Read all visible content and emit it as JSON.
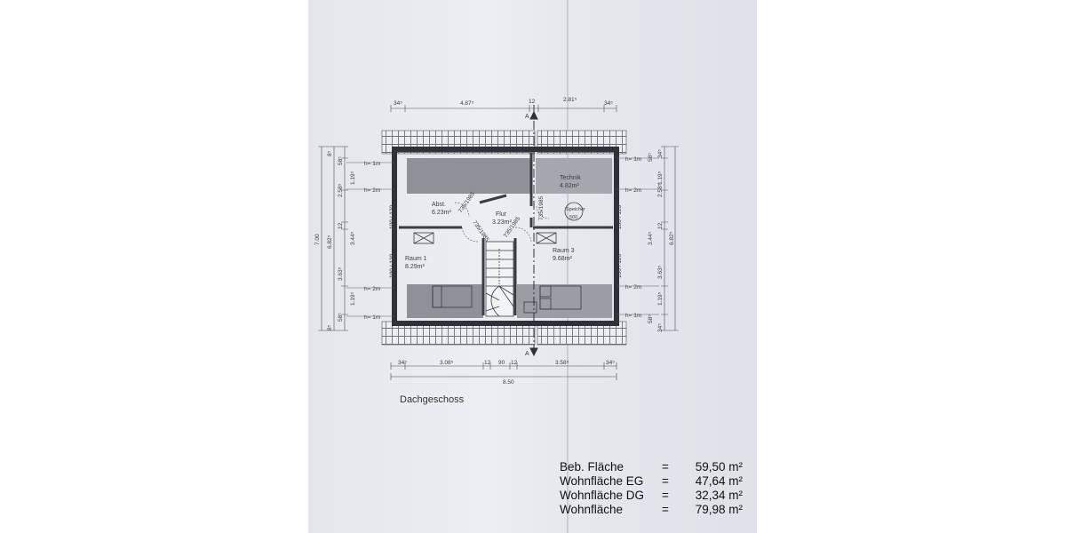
{
  "plan": {
    "title": "Dachgeschoss",
    "section_marker": "A",
    "rooms": [
      {
        "name": "Abst.",
        "area": "6.23m²"
      },
      {
        "name": "Flur",
        "area": "3.23m²"
      },
      {
        "name": "Technik",
        "area": "4.82m²"
      },
      {
        "name": "Raum 1",
        "area": "8.29m²"
      },
      {
        "name": "Raum 3",
        "area": "9.68m²"
      }
    ],
    "storage_label": "Speicher",
    "storage_value": "500",
    "door_labels": [
      "735/1985",
      "735/1985",
      "735/1985",
      "735/1985"
    ],
    "window_labels": [
      "100 / 120",
      "100 / 120",
      "100 / 120",
      "100 / 120"
    ],
    "height_labels": [
      "h= 1m",
      "h= 2m",
      "h= 2m",
      "h= 1m",
      "h= 1m",
      "h= 2m",
      "h= 2m",
      "h= 1m"
    ],
    "top_dims": [
      "34⁵",
      "4.87⁵",
      "12",
      "2.81⁵",
      "34⁵"
    ],
    "bottom_dims": [
      "34⁵",
      "3.08⁵",
      "12",
      "90",
      "12",
      "3.58⁵",
      "34⁵"
    ],
    "bottom_total": "8.50",
    "left_dims_inner": [
      "8⁵",
      "58⁵",
      "1.19⁵",
      "2.58⁵",
      "12",
      "3.44⁵",
      "3.63⁵",
      "1.19⁵",
      "58⁵",
      "8⁵"
    ],
    "left_dims_outer": [
      "7.00",
      "6.82⁵"
    ],
    "right_dims_inner": [
      "34⁵",
      "58⁵",
      "1.19⁵",
      "2.58⁵",
      "12",
      "3.44⁵",
      "3.63⁵",
      "1.19⁵",
      "58⁵",
      "34⁵"
    ],
    "right_dims_outer": [
      "6.82⁵"
    ]
  },
  "area_summary": [
    {
      "label": "Beb. Fläche",
      "eq": "=",
      "value": "59,50 m²"
    },
    {
      "label": "Wohnfläche EG",
      "eq": "=",
      "value": "47,64 m²"
    },
    {
      "label": "Wohnfläche DG",
      "eq": "=",
      "value": "32,34 m²"
    },
    {
      "label": "Wohnfläche",
      "eq": "=",
      "value": "79,98 m²"
    }
  ],
  "colors": {
    "paper": "#e8eaef",
    "line": "#3a3d44",
    "hatch": "#7d8088",
    "fill_dark": "#8e9198"
  }
}
